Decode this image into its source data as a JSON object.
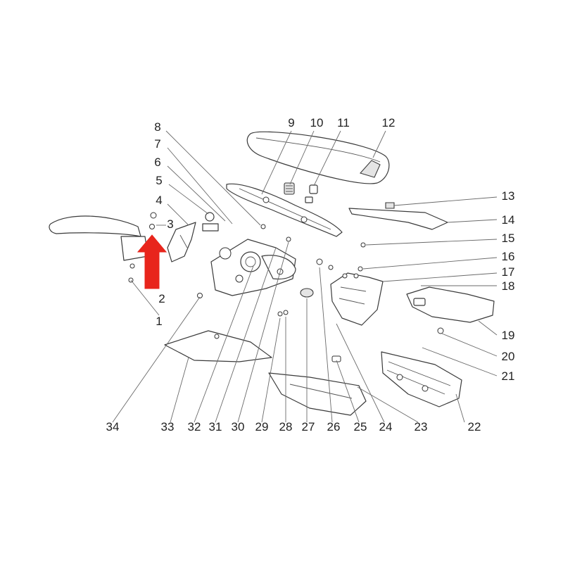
{
  "callouts": [
    {
      "id": "1",
      "label": "1"
    },
    {
      "id": "2",
      "label": "2"
    },
    {
      "id": "3",
      "label": "3"
    },
    {
      "id": "4",
      "label": "4"
    },
    {
      "id": "5",
      "label": "5"
    },
    {
      "id": "6",
      "label": "6"
    },
    {
      "id": "7",
      "label": "7"
    },
    {
      "id": "8",
      "label": "8"
    },
    {
      "id": "9",
      "label": "9"
    },
    {
      "id": "10",
      "label": "10"
    },
    {
      "id": "11",
      "label": "11"
    },
    {
      "id": "12",
      "label": "12"
    },
    {
      "id": "13",
      "label": "13"
    },
    {
      "id": "14",
      "label": "14"
    },
    {
      "id": "15",
      "label": "15"
    },
    {
      "id": "16",
      "label": "16"
    },
    {
      "id": "17",
      "label": "17"
    },
    {
      "id": "18",
      "label": "18"
    },
    {
      "id": "19",
      "label": "19"
    },
    {
      "id": "20",
      "label": "20"
    },
    {
      "id": "21",
      "label": "21"
    },
    {
      "id": "22",
      "label": "22"
    },
    {
      "id": "23",
      "label": "23"
    },
    {
      "id": "24",
      "label": "24"
    },
    {
      "id": "25",
      "label": "25"
    },
    {
      "id": "26",
      "label": "26"
    },
    {
      "id": "27",
      "label": "27"
    },
    {
      "id": "28",
      "label": "28"
    },
    {
      "id": "29",
      "label": "29"
    },
    {
      "id": "30",
      "label": "30"
    },
    {
      "id": "31",
      "label": "31"
    },
    {
      "id": "32",
      "label": "32"
    },
    {
      "id": "33",
      "label": "33"
    },
    {
      "id": "34",
      "label": "34"
    }
  ],
  "highlight": {
    "icon": "arrow-up-icon",
    "color": "#e8251c",
    "points_to": "2"
  },
  "colors": {
    "line": "#3a3a3a",
    "text": "#222222",
    "background": "#ffffff"
  }
}
